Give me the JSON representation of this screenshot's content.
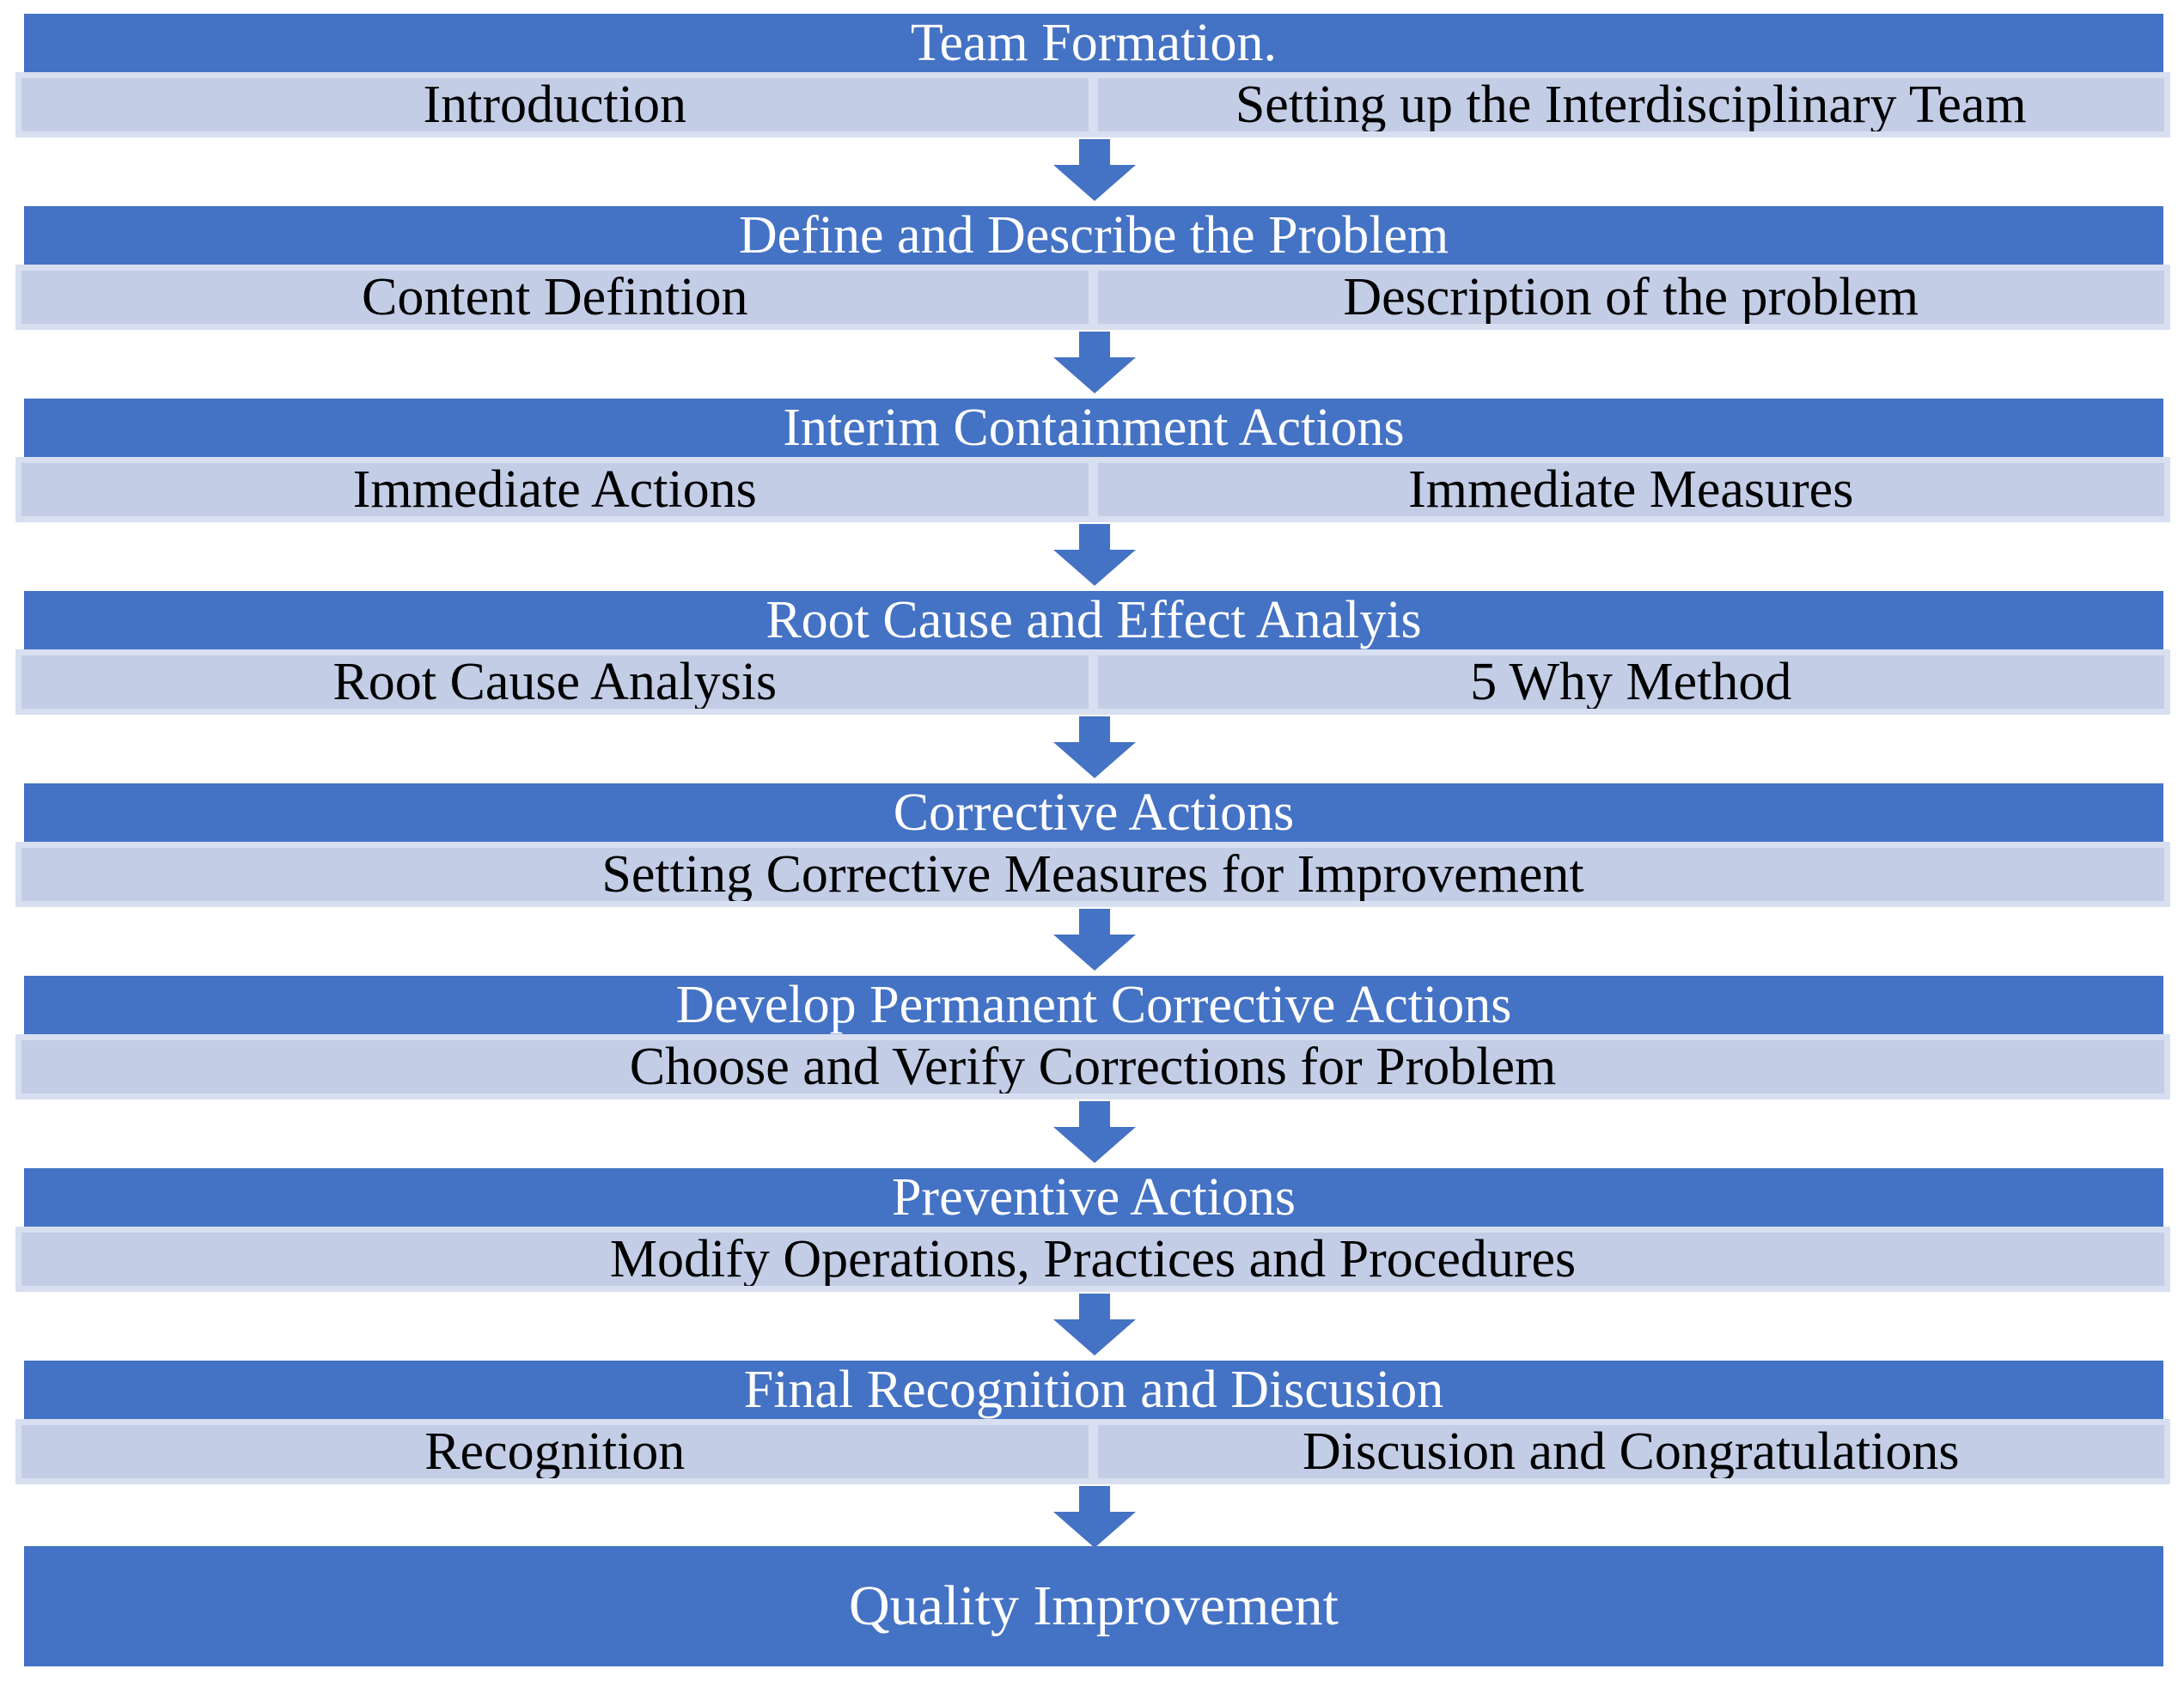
{
  "colors": {
    "header": "#4472c4",
    "cell": "#c3cde6",
    "cell_border": "#d8dff0",
    "arrow": "#4472c4"
  },
  "stages": [
    {
      "title": "Team Formation.",
      "items": [
        "Introduction",
        "Setting up the Interdisciplinary Team"
      ]
    },
    {
      "title": "Define and Describe  the Problem",
      "items": [
        "Content Defintion",
        "Description of the problem"
      ]
    },
    {
      "title": "Interim Containment Actions",
      "items": [
        "Immediate Actions",
        "Immediate Measures"
      ]
    },
    {
      "title": "Root Cause and Effect Analyis",
      "items": [
        "Root Cause Analysis",
        "5  Why Method"
      ]
    },
    {
      "title": "Corrective Actions",
      "items": [
        "Setting Corrective Measures for Improvement"
      ]
    },
    {
      "title": "Develop Permanent Corrective Actions",
      "items": [
        "Choose and Verify Corrections for Problem"
      ]
    },
    {
      "title": "Preventive Actions",
      "items": [
        "Modify Operations, Practices and Procedures"
      ]
    },
    {
      "title": "Final Recognition and Discusion",
      "items": [
        "Recognition",
        "Discusion and Congratulations"
      ]
    }
  ],
  "final": {
    "title": "Quality Improvement"
  }
}
